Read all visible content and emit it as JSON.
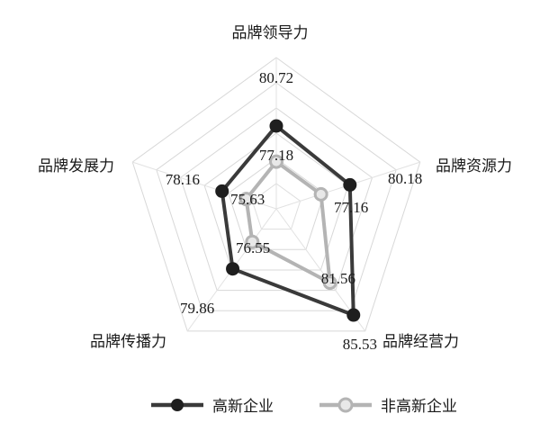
{
  "chart_data": {
    "type": "radar",
    "title": "",
    "categories": [
      "品牌领导力",
      "品牌资源力",
      "品牌经营力",
      "品牌传播力",
      "品牌发展力"
    ],
    "series": [
      {
        "name": "高新企业",
        "color": "#3a3a3a",
        "marker": "filled-circle",
        "values": [
          80.72,
          80.18,
          85.53,
          79.86,
          78.16
        ]
      },
      {
        "name": "非高新企业",
        "color": "#b4b4b4",
        "marker": "open-circle",
        "values": [
          77.18,
          77.16,
          81.56,
          76.55,
          75.63
        ]
      }
    ],
    "rlim": [
      72.5,
      87.5
    ],
    "rings": 6,
    "grid": true,
    "legend_position": "bottom",
    "value_labels": {
      "高新企业": [
        "80.72",
        "80.18",
        "85.53",
        "79.86",
        "78.16"
      ],
      "非高新企业": [
        "77.18",
        "77.16",
        "81.56",
        "76.55",
        "75.63"
      ]
    }
  },
  "axis_labels": {
    "top": "品牌领导力",
    "upper_right": "品牌资源力",
    "lower_right": "品牌经营力",
    "lower_left": "品牌传播力",
    "upper_left": "品牌发展力"
  },
  "values": {
    "dark_top": "80.72",
    "dark_upper_right": "80.18",
    "dark_lower_right": "85.53",
    "dark_lower_left": "79.86",
    "dark_upper_left": "78.16",
    "light_top": "77.18",
    "light_upper_right": "77.16",
    "light_lower_right": "81.56",
    "light_lower_left": "76.55",
    "light_upper_left": "75.63"
  },
  "legend": {
    "series_1": "高新企业",
    "series_2": "非高新企业"
  }
}
